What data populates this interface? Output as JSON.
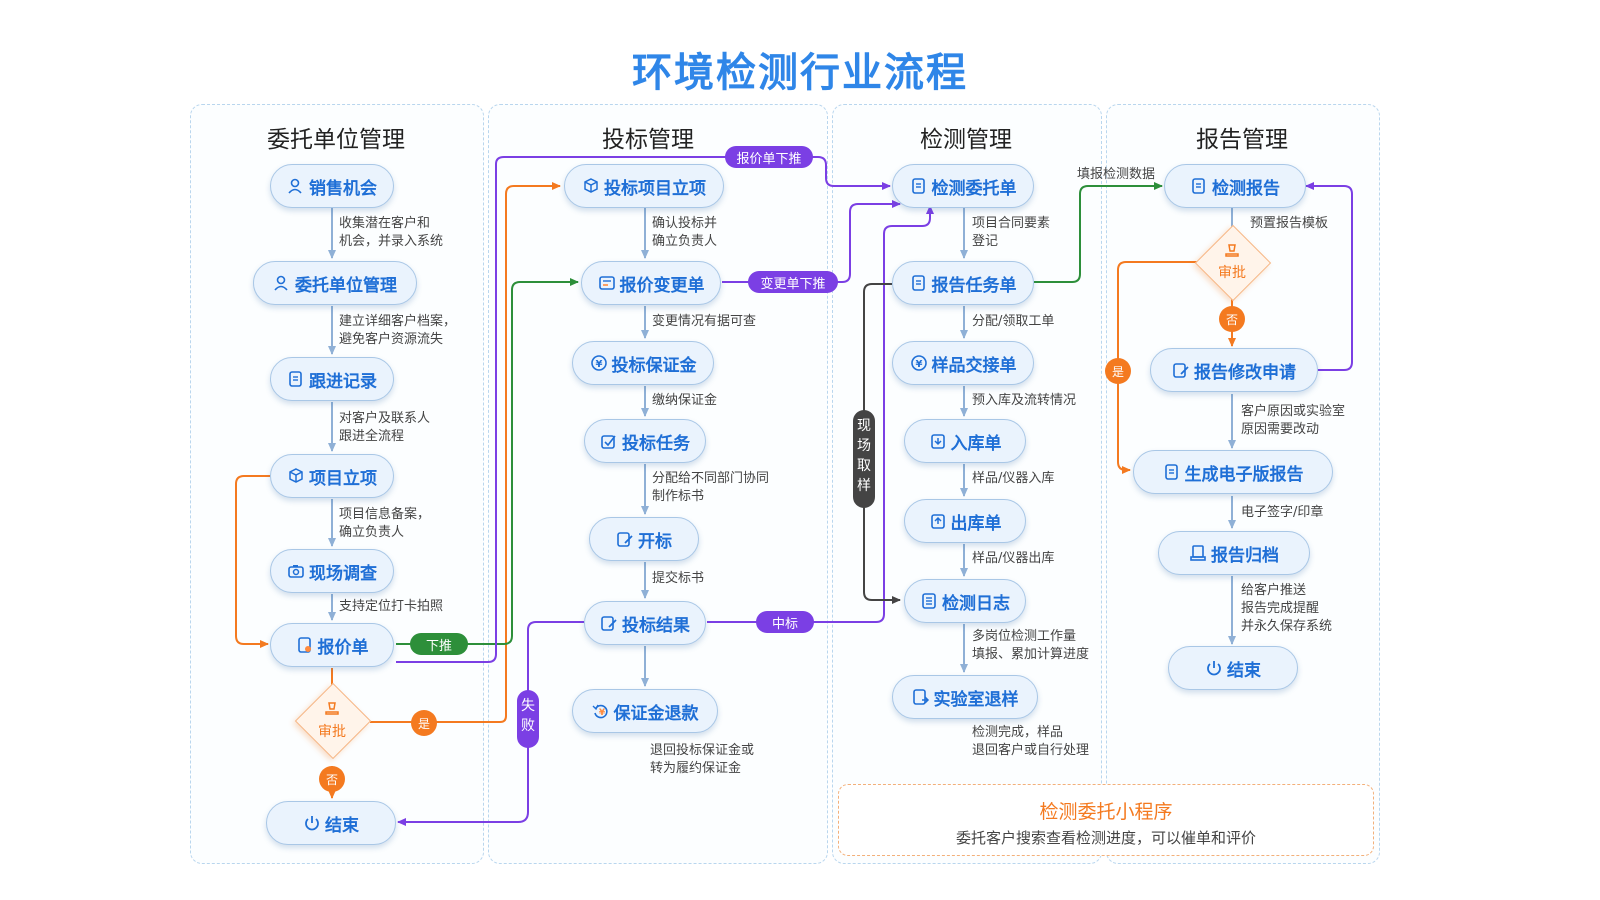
{
  "title": "环境检测行业流程",
  "columns": {
    "c1": "委托单位管理",
    "c2": "投标管理",
    "c3": "检测管理",
    "c4": "报告管理"
  },
  "nodes": {
    "xiaoshou": "销售机会",
    "weituodanwei": "委托单位管理",
    "genjin": "跟进记录",
    "xiangmu": "项目立项",
    "xianchang": "现场调查",
    "baojia": "报价单",
    "jieshu1": "结束",
    "toubiaolixiang": "投标项目立项",
    "baojiabiangeng": "报价变更单",
    "baozhengjin": "投标保证金",
    "toubiaorenwu": "投标任务",
    "kaibiao": "开标",
    "toubiaojieguo": "投标结果",
    "tuikuan": "保证金退款",
    "jianceweituo": "检测委托单",
    "baogaorenwu": "报告任务单",
    "yangpin": "样品交接单",
    "ruku": "入库单",
    "chuku": "出库单",
    "rizhi": "检测日志",
    "tuiyang": "实验室退样",
    "jiancebaogao": "检测报告",
    "xiugai": "报告修改申请",
    "dianzi": "生成电子版报告",
    "guidang": "报告归档",
    "jieshu2": "结束"
  },
  "notes": {
    "n1a": "收集潜在客户和",
    "n1b": "机会，并录入系统",
    "n2a": "建立详细客户档案，",
    "n2b": "避免客户资源流失",
    "n3a": "对客户及联系人",
    "n3b": "跟进全流程",
    "n4a": "项目信息备案，",
    "n4b": "确立负责人",
    "n5": "支持定位打卡拍照",
    "t1a": "确认投标并",
    "t1b": "确立负责人",
    "t2": "变更情况有据可查",
    "t3": "缴纳保证金",
    "t4a": "分配给不同部门协同",
    "t4b": "制作标书",
    "t5": "提交标书",
    "t6a": "退回投标保证金或",
    "t6b": "转为履约保证金",
    "j1a": "项目合同要素",
    "j1b": "登记",
    "j2": "分配/领取工单",
    "j3": "预入库及流转情况",
    "j4": "样品/仪器入库",
    "j5": "样品/仪器出库",
    "j6a": "多岗位检测工作量",
    "j6b": "填报、累加计算进度",
    "j7a": "检测完成，样品",
    "j7b": "退回客户或自行处理",
    "r0": "填报检测数据",
    "r1": "预置报告模板",
    "r2a": "客户原因或实验室",
    "r2b": "原因需要改动",
    "r3": "电子签字/印章",
    "r4a": "给客户推送",
    "r4b": "报告完成提醒",
    "r4c": "并永久保存系统"
  },
  "tags": {
    "baojiaxiatui": "报价单下推",
    "biangengxiatui": "变更单下推",
    "xiatui": "下推",
    "zhongbiao": "中标",
    "shibai_1": "失",
    "shibai_2": "败",
    "xianchangquyang_1": "现",
    "xianchangquyang_2": "场",
    "xianchangquyang_3": "取",
    "xianchangquyang_4": "样",
    "shi1": "是",
    "fou1": "否",
    "shi2": "是",
    "fou2": "否"
  },
  "decisions": {
    "shenpi1": "审批",
    "shenpi2": "审批"
  },
  "mini": {
    "title": "检测委托小程序",
    "subtitle": "委托客户搜索查看检测进度，可以催单和评价"
  },
  "colors": {
    "title": "#2f86e8",
    "node_text": "#1f6fd6",
    "purple": "#7b3fe4",
    "green": "#2d8f3a",
    "orange": "#f47a20",
    "dark": "#444444",
    "line_blue": "#8fb0d6"
  }
}
